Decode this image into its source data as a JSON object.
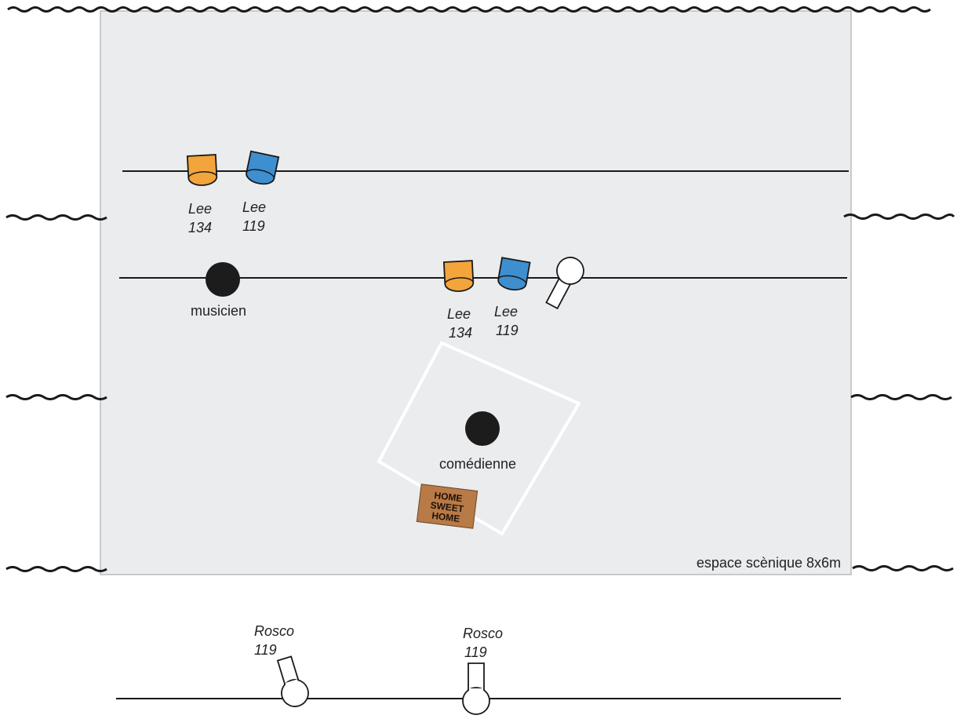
{
  "colors": {
    "stage_fill": "#eaeced",
    "stage_border": "#b9bcbf",
    "lee_134": "#f3a43b",
    "lee_119": "#3d8fd0",
    "actor": "#1c1c1c",
    "carpet_square": "#ffffff",
    "doormat": "#b87a46",
    "line": "#1a1a1a"
  },
  "icons": [
    "wavy-curtain-icon",
    "spotlight-icon",
    "profile-spot-icon",
    "performer-dot-icon",
    "doormat-icon"
  ],
  "stage": {
    "label": "espace scènique 8x6m"
  },
  "performers": [
    {
      "label": "musicien"
    },
    {
      "label": "comédienne"
    }
  ],
  "gels": {
    "bar1_left": {
      "brand": "Lee",
      "number": "134"
    },
    "bar1_right": {
      "brand": "Lee",
      "number": "119"
    },
    "bar2_left": {
      "brand": "Lee",
      "number": "134"
    },
    "bar2_right": {
      "brand": "Lee",
      "number": "119"
    },
    "front_left": {
      "brand": "Rosco",
      "number": "119"
    },
    "front_right": {
      "brand": "Rosco",
      "number": "119"
    }
  },
  "doormat": {
    "line1": "HOME",
    "line2": "SWEET",
    "line3": "HOME"
  }
}
